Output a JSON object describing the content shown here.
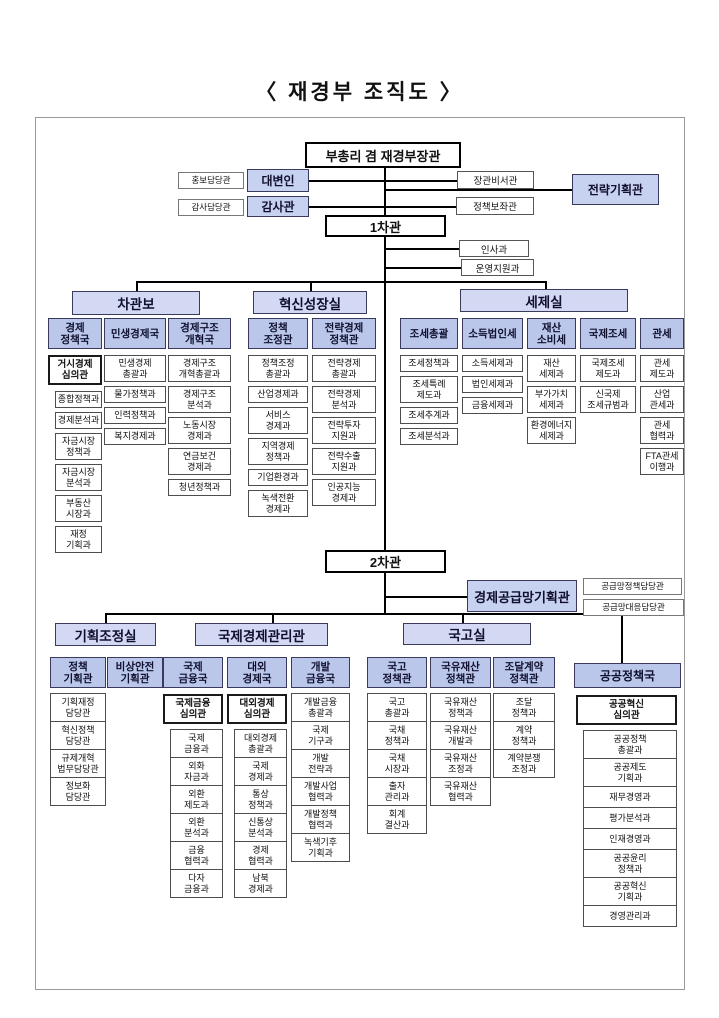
{
  "title": "〈  재경부  조직도  〉",
  "colors": {
    "section_fill": "#d4d9f3",
    "column_fill": "#bac7eb",
    "blue_fill": "#c7d1f0",
    "line": "#000000"
  },
  "top": {
    "minister": "부총리 겸 재경부장관",
    "spokesperson": "대변인",
    "pr_officer": "홍보담당관",
    "inspector": "감사관",
    "audit_officer": "감사담당관",
    "secretary": "장관비서관",
    "policy_advisor": "정책보좌관",
    "strategy_planning": "전략기획관"
  },
  "vice1": {
    "label": "1차관",
    "hr_division": "인사과",
    "support_division": "운영지원과"
  },
  "row1": {
    "chaganbo": {
      "title": "차관보",
      "bureaus": [
        {
          "name": "경제\n정책국",
          "officer": "거시경제\n심의관",
          "divisions": [
            "종합정책과",
            "경제분석과",
            "자금시장\n정책과",
            "자금시장\n분석과",
            "부동산\n시장과",
            "재정\n기획과"
          ]
        },
        {
          "name": "민생경제국",
          "divisions": [
            "민생경제\n총괄과",
            "물가정책과",
            "인력정책과",
            "복지경제과"
          ]
        },
        {
          "name": "경제구조\n개혁국",
          "divisions": [
            "경제구조\n개혁총괄과",
            "경제구조\n분석과",
            "노동시장\n경제과",
            "연금보건\n경제과",
            "청년정책과"
          ]
        }
      ]
    },
    "innovation": {
      "title": "혁신성장실",
      "bureaus": [
        {
          "name": "정책\n조정관",
          "divisions": [
            "정책조정\n총괄과",
            "산업경제과",
            "서비스\n경제과",
            "지역경제\n정책과",
            "기업환경과",
            "녹색전환\n경제과"
          ]
        },
        {
          "name": "전략경제\n정책관",
          "divisions": [
            "전략경제\n총괄과",
            "전략경제\n분석과",
            "전략투자\n지원과",
            "전략수출\n지원과",
            "인공지능\n경제과"
          ]
        }
      ]
    },
    "tax": {
      "title": "세제실",
      "bureaus": [
        {
          "name": "조세총괄",
          "divisions": [
            "조세정책과",
            "조세특례\n제도과",
            "조세추계과",
            "조세분석과"
          ]
        },
        {
          "name": "소득법인세",
          "divisions": [
            "소득세제과",
            "법인세제과",
            "금융세제과"
          ]
        },
        {
          "name": "재산\n소비세",
          "divisions": [
            "재산\n세제과",
            "부가가치\n세제과",
            "환경에너지\n세제과"
          ]
        },
        {
          "name": "국제조세",
          "divisions": [
            "국제조세\n제도과",
            "신국제\n조세규범과"
          ]
        },
        {
          "name": "관세",
          "divisions": [
            "관세\n제도과",
            "산업\n관세과",
            "관세\n협력과",
            "FTA관세\n이행과"
          ]
        }
      ]
    }
  },
  "vice2": {
    "label": "2차관",
    "supply_chain": "경제공급망기획관",
    "supply_policy": "공급망정책담당관",
    "supply_response": "공급망대응담당관"
  },
  "row2": {
    "planning": {
      "title": "기획조정실",
      "bureaus": [
        {
          "name": "정책\n기획관",
          "divisions": [
            "기획재정\n담당관",
            "혁신정책\n담당관",
            "규제개혁\n법무담당관",
            "정보화\n담당관"
          ]
        },
        {
          "name": "비상안전\n기획관",
          "divisions": []
        }
      ]
    },
    "international": {
      "title": "국제경제관리관",
      "bureaus": [
        {
          "name": "국제\n금융국",
          "officer": "국제금융\n심의관",
          "divisions": [
            "국제\n금융과",
            "외화\n자금과",
            "외환\n제도과",
            "외환\n분석과",
            "금융\n협력과",
            "다자\n금융과"
          ]
        },
        {
          "name": "대외\n경제국",
          "officer": "대외경제\n심의관",
          "divisions": [
            "대외경제\n총괄과",
            "국제\n경제과",
            "통상\n정책과",
            "신통상\n분석과",
            "경제\n협력과",
            "남북\n경제과"
          ]
        },
        {
          "name": "개발\n금융국",
          "divisions": [
            "개발금융\n총괄과",
            "국제\n기구과",
            "개발\n전략과",
            "개발사업\n협력과",
            "개발정책\n협력과",
            "녹색기후\n기획과"
          ]
        }
      ]
    },
    "treasury": {
      "title": "국고실",
      "bureaus": [
        {
          "name": "국고\n정책관",
          "divisions": [
            "국고\n총괄과",
            "국채\n정책과",
            "국채\n시장과",
            "출자\n관리과",
            "회계\n결산과"
          ]
        },
        {
          "name": "국유재산\n정책관",
          "divisions": [
            "국유재산\n정책과",
            "국유재산\n개발과",
            "국유재산\n조정과",
            "국유재산\n협력과"
          ]
        },
        {
          "name": "조달계약\n정책관",
          "divisions": [
            "조달\n정책과",
            "계약\n정책과",
            "계약분쟁\n조정과"
          ]
        }
      ]
    },
    "public": {
      "name": "공공정책국",
      "officer": "공공혁신\n심의관",
      "divisions": [
        "공공정책\n총괄과",
        "공공제도\n기획과",
        "재무경영과",
        "평가분석과",
        "인재경영과",
        "공공윤리\n정책과",
        "공공혁신\n기획과",
        "경영관리과"
      ]
    }
  }
}
